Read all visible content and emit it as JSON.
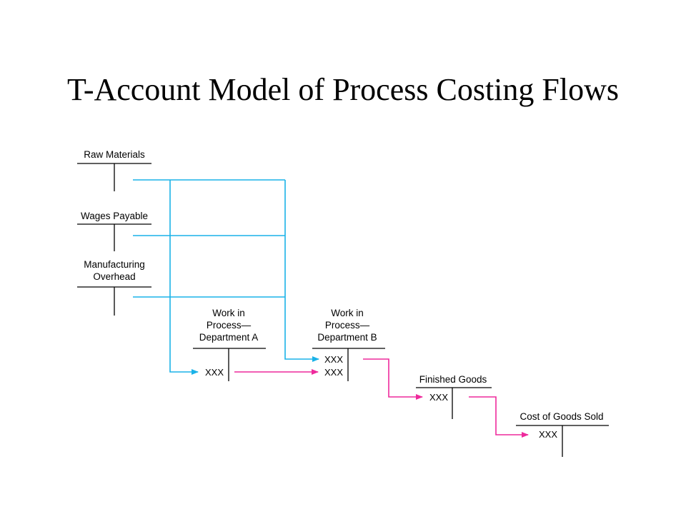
{
  "title": "T-Account Model of Process Costing Flows",
  "colors": {
    "cost_input_flow": "#1ab2e8",
    "transfer_flow": "#ee2a9c",
    "t_account": "#000000"
  },
  "accounts": {
    "raw_materials": {
      "label": [
        "Raw Materials"
      ]
    },
    "wages_payable": {
      "label": [
        "Wages Payable"
      ]
    },
    "manufacturing_overhead": {
      "label": [
        "Manufacturing",
        "Overhead"
      ]
    },
    "wip_a": {
      "label": [
        "Work in",
        "Process—",
        "Department A"
      ],
      "debits": [
        "XXX"
      ]
    },
    "wip_b": {
      "label": [
        "Work in",
        "Process—",
        "Department B"
      ],
      "debits": [
        "XXX",
        "XXX"
      ]
    },
    "finished_goods": {
      "label": [
        "Finished Goods"
      ],
      "debits": [
        "XXX"
      ]
    },
    "cogs": {
      "label": [
        "Cost of Goods Sold"
      ],
      "debits": [
        "XXX"
      ]
    }
  }
}
